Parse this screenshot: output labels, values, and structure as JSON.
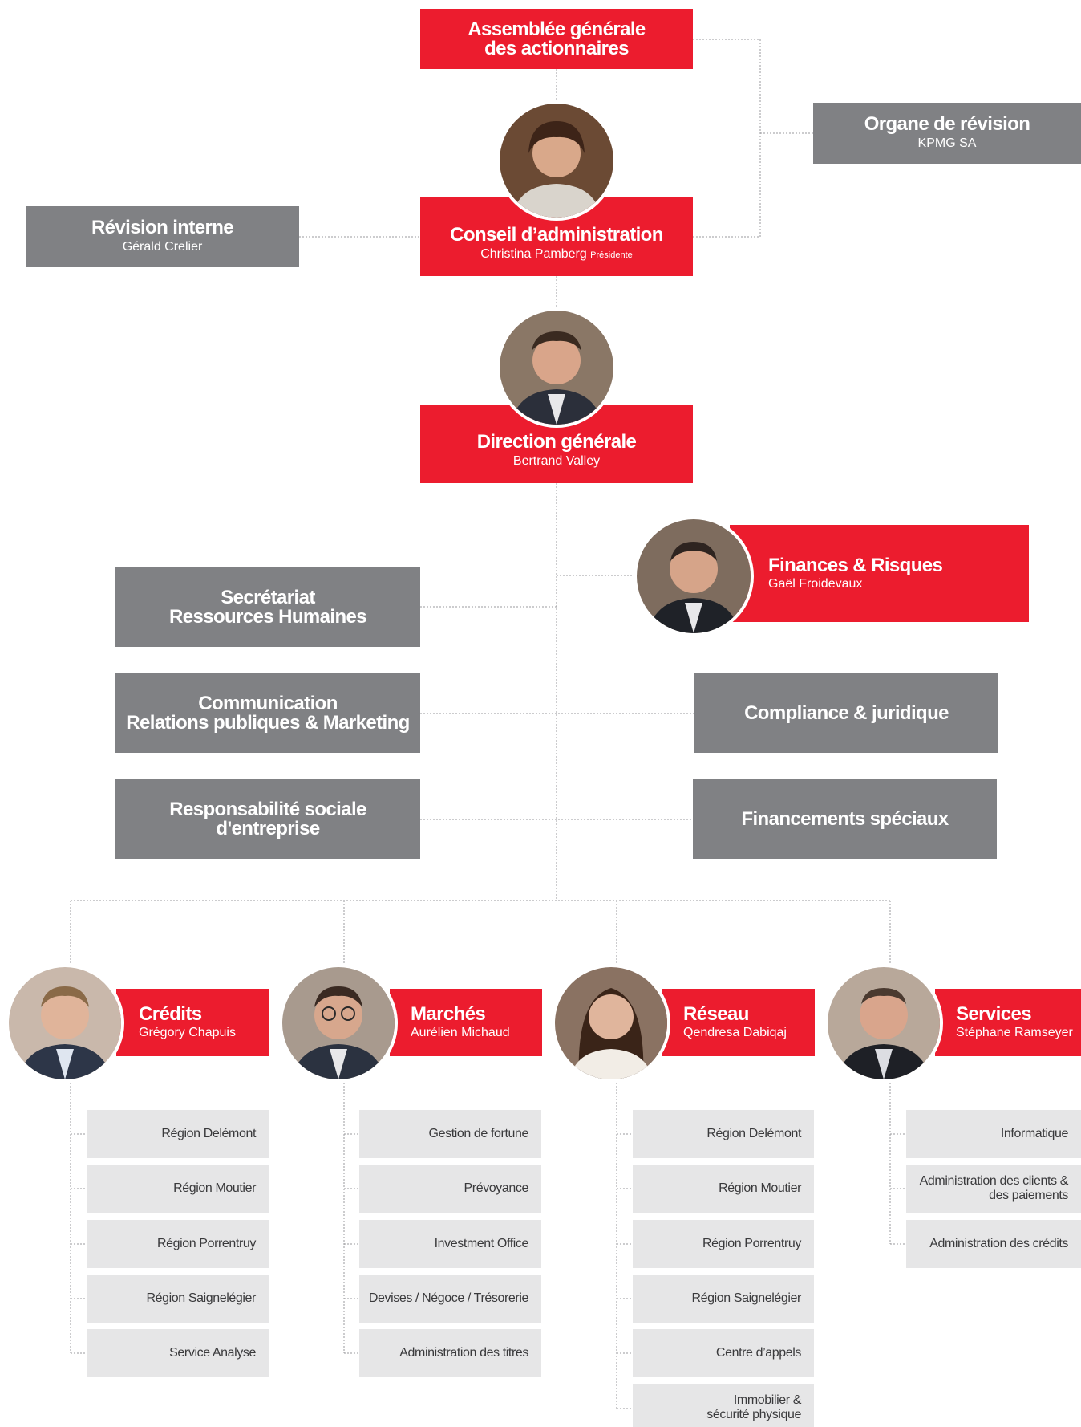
{
  "top": {
    "assembly_line1": "Assemblée générale",
    "assembly_line2": "des actionnaires",
    "audit_title": "Organe de révision",
    "audit_sub": "KPMG SA",
    "internal_title": "Révision interne",
    "internal_sub": "Gérald Crelier",
    "board_title": "Conseil d’administration",
    "board_sub": "Christina Pamberg",
    "board_role": "Présidente",
    "dg_title": "Direction générale",
    "dg_sub": "Bertrand Valley"
  },
  "staff": {
    "finance_title": "Finances & Risques",
    "finance_sub": "Gaël Froidevaux",
    "hr_line1": "Secrétariat",
    "hr_line2": "Ressources Humaines",
    "comm_line1": "Communication",
    "comm_line2": "Relations publiques & Marketing",
    "compliance": "Compliance & juridique",
    "csr_line1": "Responsabilité sociale",
    "csr_line2": "d'entreprise",
    "special": "Financements spéciaux"
  },
  "divisions": [
    {
      "title": "Crédits",
      "head": "Grégory Chapuis",
      "items": [
        "Région Delémont",
        "Région Moutier",
        "Région Porrentruy",
        "Région Saignelégier",
        "Service Analyse"
      ]
    },
    {
      "title": "Marchés",
      "head": "Aurélien Michaud",
      "items": [
        "Gestion de fortune",
        "Prévoyance",
        "Investment Office",
        "Devises / Négoce / Trésorerie",
        "Administration des titres"
      ]
    },
    {
      "title": "Réseau",
      "head": "Qendresa Dabiqaj",
      "items": [
        "Région Delémont",
        "Région Moutier",
        "Région Porrentruy",
        "Région Saignelégier",
        "Centre d’appels",
        "Immobilier &",
        "sécurité physique"
      ]
    },
    {
      "title": "Services",
      "head": "Stéphane Ramseyer",
      "items": [
        "Informatique",
        "Administration des clients &",
        "des paiements",
        "Administration des crédits"
      ]
    }
  ],
  "colors": {
    "red": "#ec1c2e",
    "gray": "#808184",
    "light": "#e6e6e7"
  }
}
